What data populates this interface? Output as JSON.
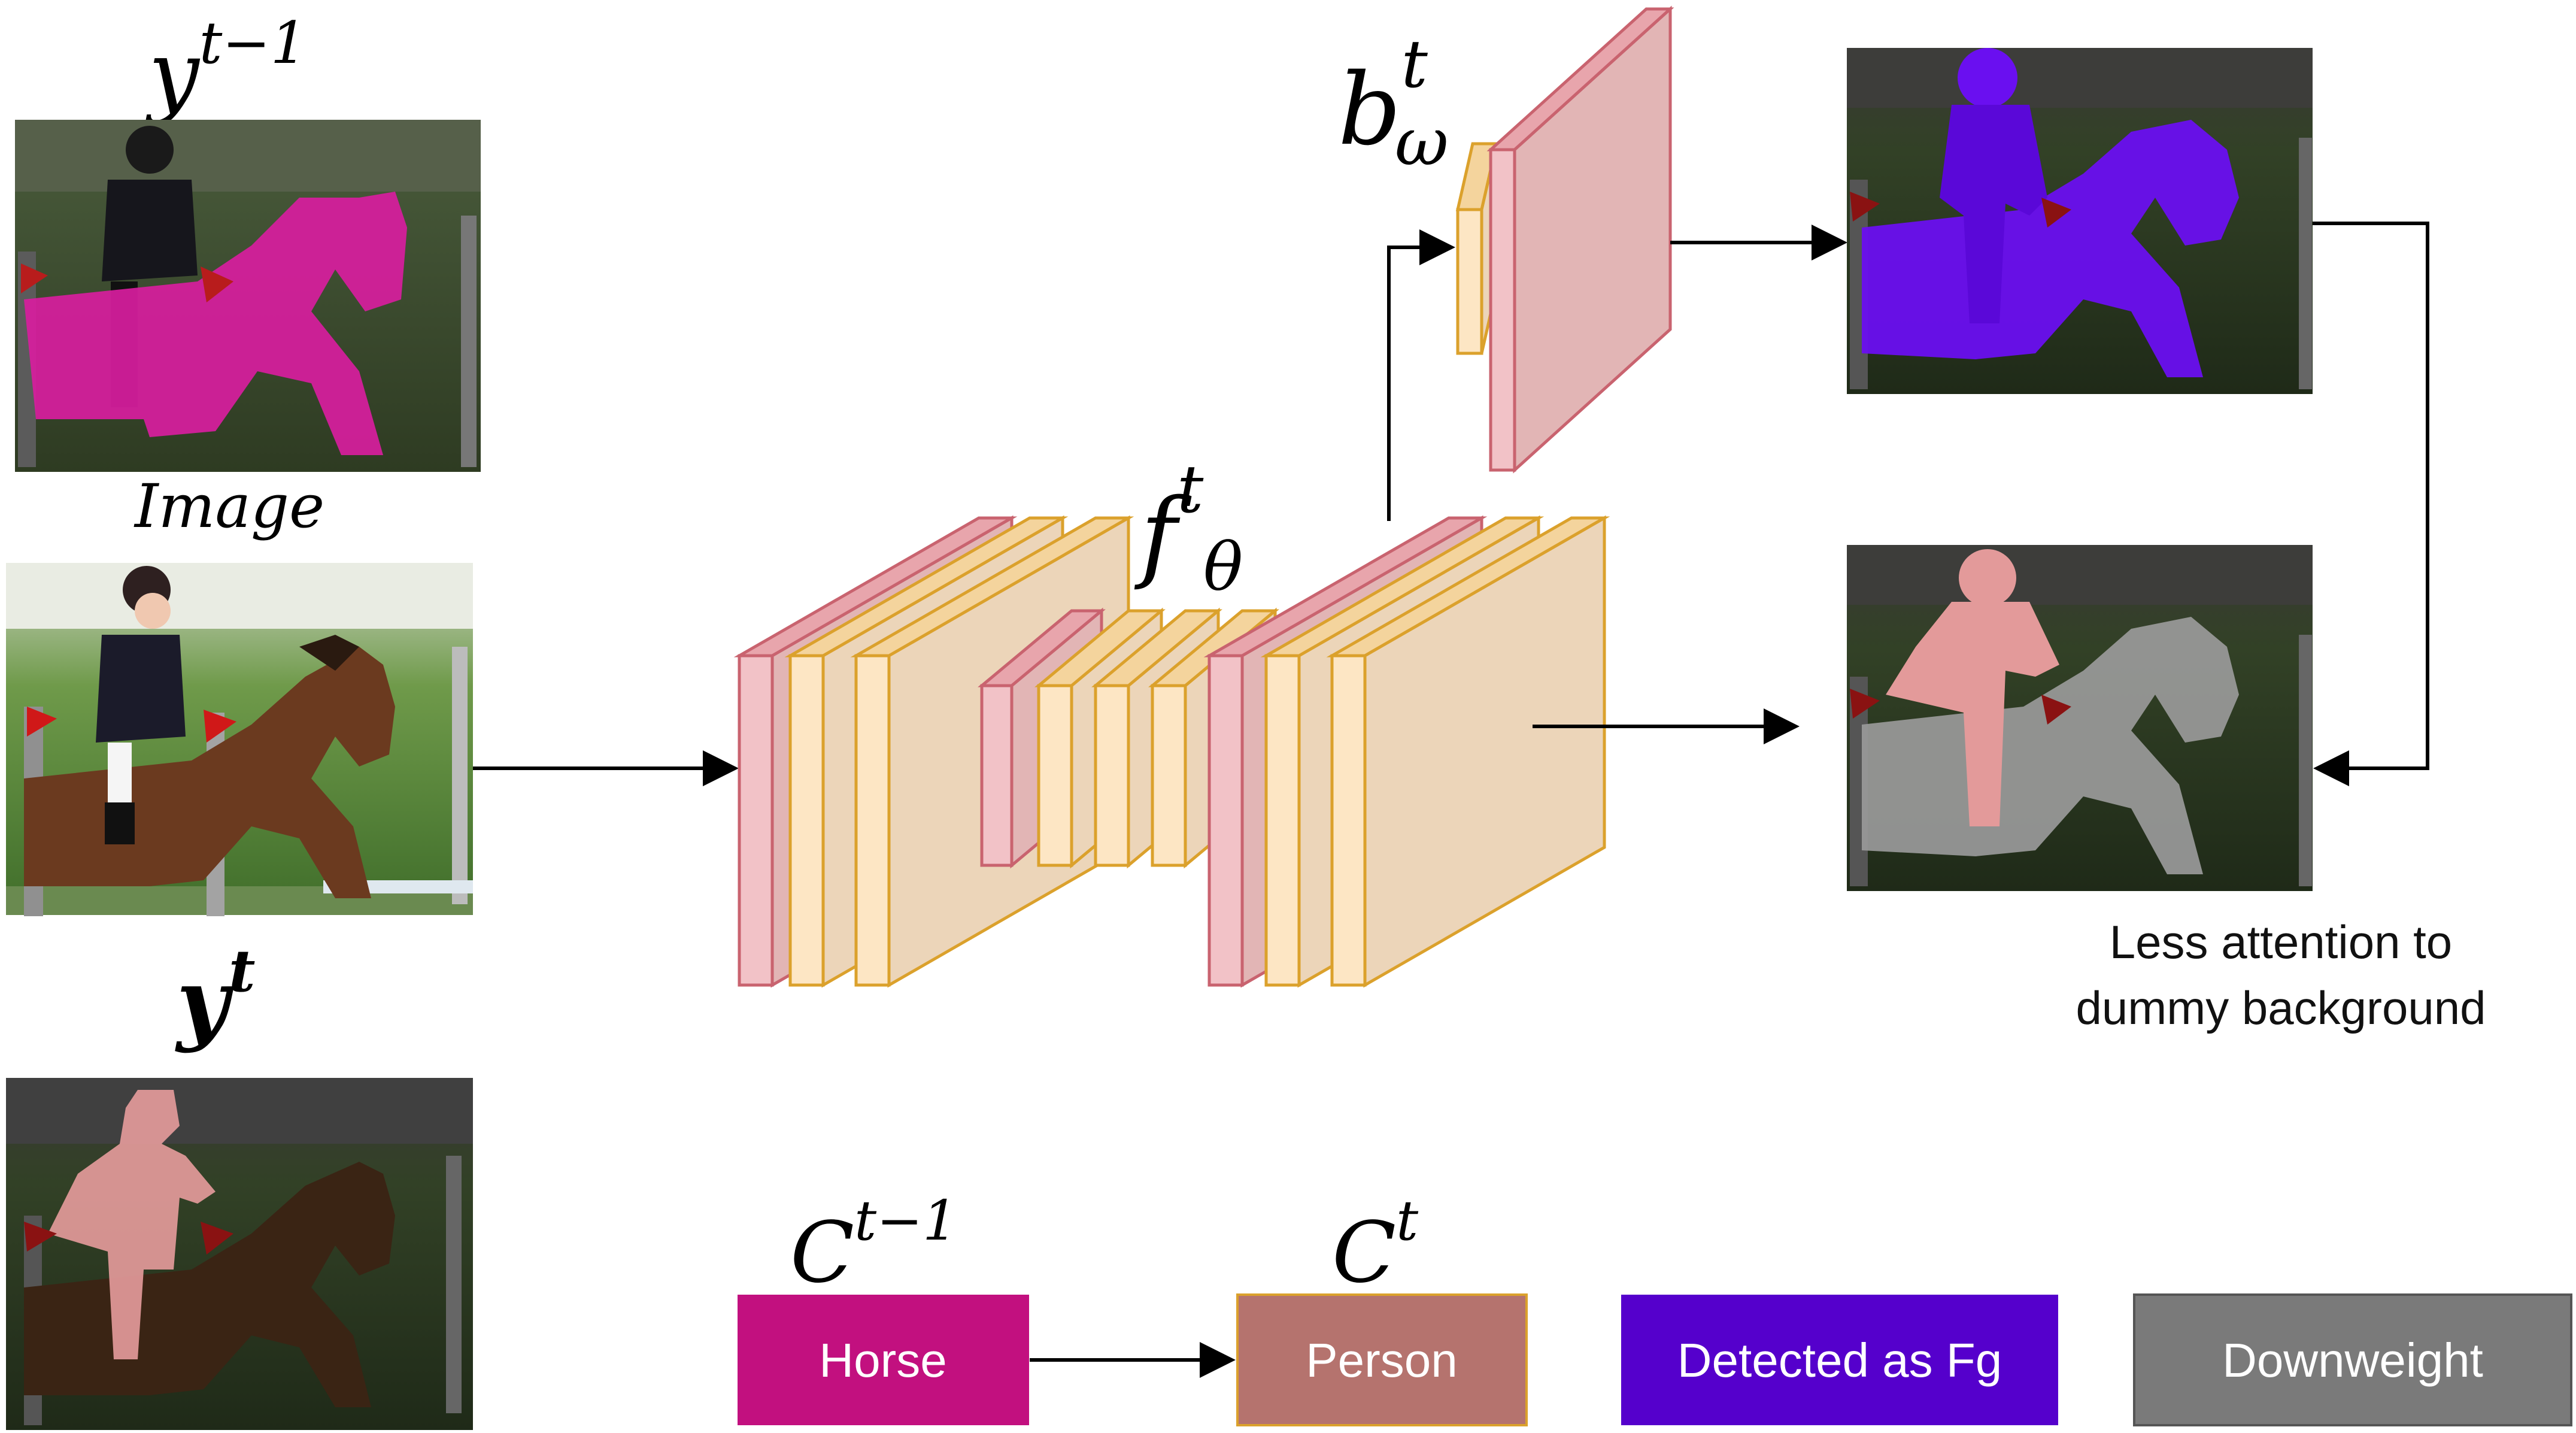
{
  "labels": {
    "y_prev": {
      "base": "y",
      "sup": "t−1"
    },
    "image": "Image",
    "y_cur": {
      "base": "y",
      "sup": "t"
    },
    "f_theta": {
      "base": "f",
      "sup": "t",
      "sub": "θ"
    },
    "b_omega": {
      "base": "b",
      "sup": "t",
      "sub": "ω"
    },
    "c_prev": {
      "base": "C",
      "sup": "t−1"
    },
    "c_cur": {
      "base": "C",
      "sup": "t"
    }
  },
  "note": {
    "line1": "Less attention to",
    "line2": "dummy background"
  },
  "legend": {
    "horse": "Horse",
    "person": "Person",
    "detected": "Detected as Fg",
    "downweight": "Downweight"
  },
  "colors": {
    "horse": "#c2107f",
    "person": "#b5736e",
    "detected": "#5500cc",
    "downweight": "#7a7a7a",
    "pink_block": "#f2c2c7",
    "pink_edge": "#c9636f",
    "cream_block": "#fde6c4",
    "cream_edge": "#dba12c",
    "tan_face": "#ecd5b9",
    "rose_face": "#e2b5b5"
  }
}
